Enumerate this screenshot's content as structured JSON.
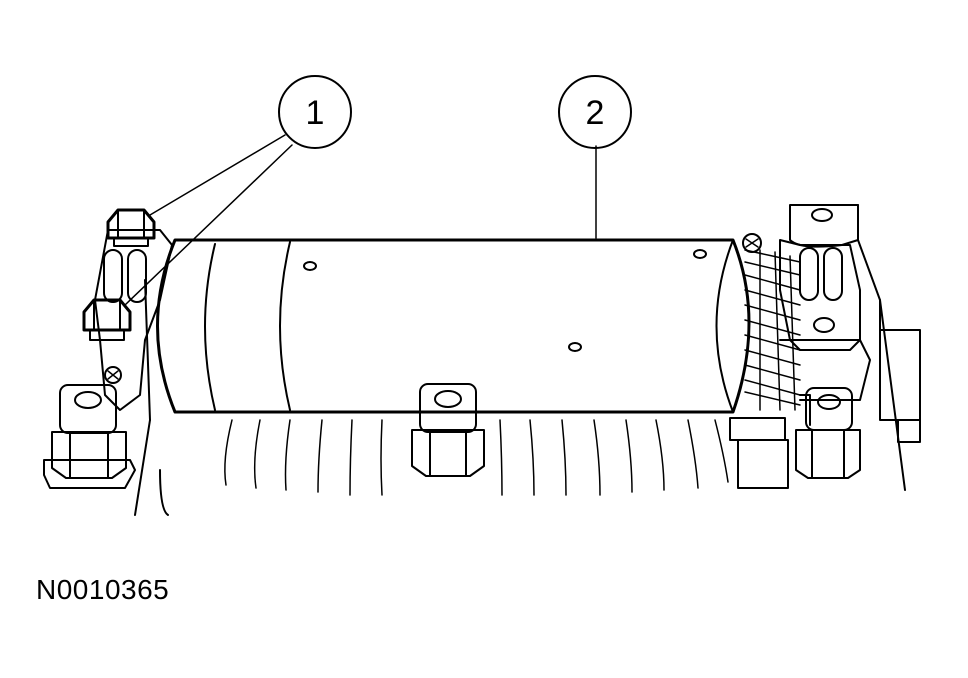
{
  "figure_id": "N0010365",
  "callouts": [
    {
      "label": "1",
      "target": "bolts"
    },
    {
      "label": "2",
      "target": "component"
    }
  ],
  "colors": {
    "line": "#000000",
    "background": "#ffffff"
  }
}
